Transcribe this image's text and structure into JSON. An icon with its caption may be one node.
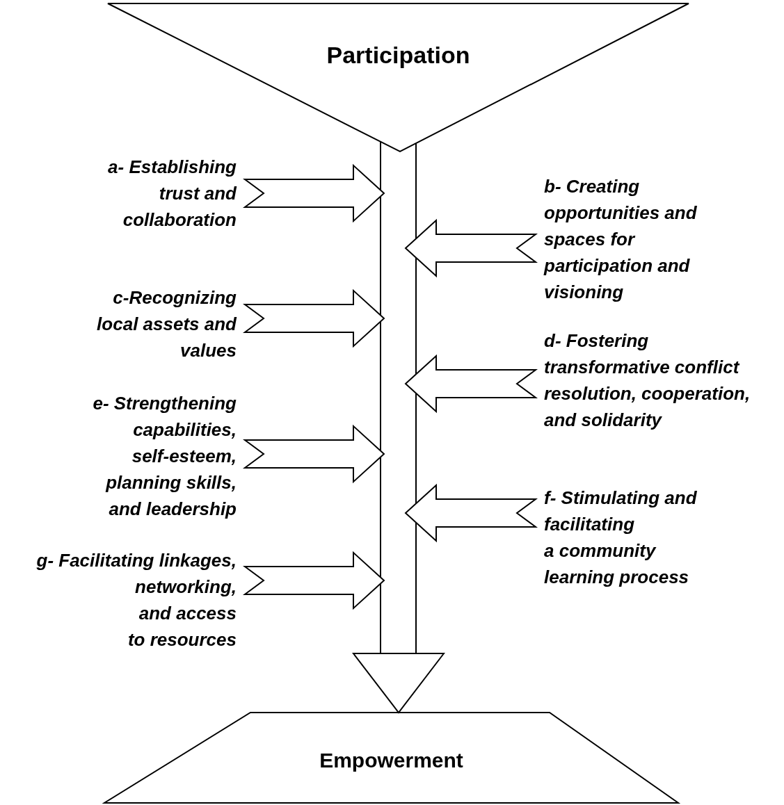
{
  "diagram": {
    "nodes": [
      {
        "text": [
          "Participation"
        ]
      },
      {
        "text": [
          "a- Establishing trust and collaboration"
        ]
      },
      {
        "text": [
          "b- Creating opportunities and spaces for participation and visioning"
        ]
      },
      {
        "text": [
          "c-Recognizing local assets and values"
        ]
      },
      {
        "text": [
          "d- Fostering transformative conflict resolution, cooperation, and solidarity"
        ]
      },
      {
        "text": [
          "e- Strengthening capabilities, self-esteem, planning skills, and leadership"
        ]
      },
      {
        "text": [
          "f- Stimulating and facilitating a community learning process"
        ]
      },
      {
        "text": [
          "g- Facilitating linkages, networking, and access to resources"
        ]
      },
      {
        "text": [
          "Empowerment"
        ]
      }
    ],
    "edges": [
      {
        "from": 0,
        "to": 8,
        "arrow": "to"
      },
      {
        "from": 1,
        "to": null,
        "arrow": "to"
      },
      {
        "from": 2,
        "to": null,
        "arrow": "to"
      },
      {
        "from": 3,
        "to": null,
        "arrow": "to"
      },
      {
        "from": 4,
        "to": null,
        "arrow": "to"
      },
      {
        "from": 5,
        "to": null,
        "arrow": "to"
      },
      {
        "from": 6,
        "to": null,
        "arrow": "to"
      },
      {
        "from": 7,
        "to": null,
        "arrow": "to"
      }
    ]
  }
}
